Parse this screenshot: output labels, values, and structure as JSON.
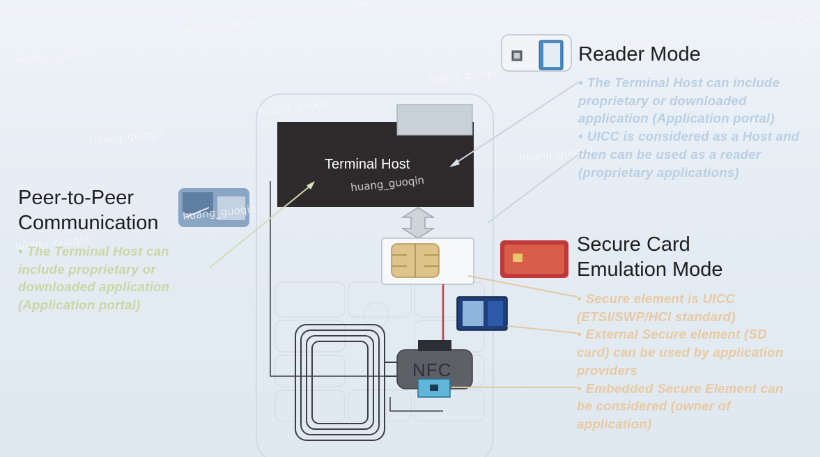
{
  "watermark": "huang_guoqin",
  "diagram": {
    "terminal_host_label": "Terminal Host",
    "nfc_label": "NFC"
  },
  "reader_mode": {
    "title": "Reader Mode",
    "bullets": [
      "The Terminal Host can include proprietary or downloaded application (Application portal)",
      "UICC is considered as a Host and then can be used as a reader (proprietary applications)"
    ]
  },
  "peer_to_peer": {
    "title_line1": "Peer-to-Peer",
    "title_line2": "Communication",
    "bullets": [
      "The Terminal Host can include proprietary or downloaded application (Application portal)"
    ]
  },
  "card_emulation": {
    "title_line1": "Secure Card",
    "title_line2": "Emulation Mode",
    "bullets": [
      "Secure element is UICC (ETSI/SWP/HCI standard)",
      "External Secure element (SD card) can be used by application providers",
      "Embedded Secure Element can be considered (owner of application)"
    ]
  },
  "colors": {
    "terminal_host_fill": "#2e2a2b",
    "reader_text": "#b9cfe3",
    "p2p_text": "#c7d7a4",
    "card_text": "#e8c9a1",
    "uicc_line": "#c23b3b"
  }
}
